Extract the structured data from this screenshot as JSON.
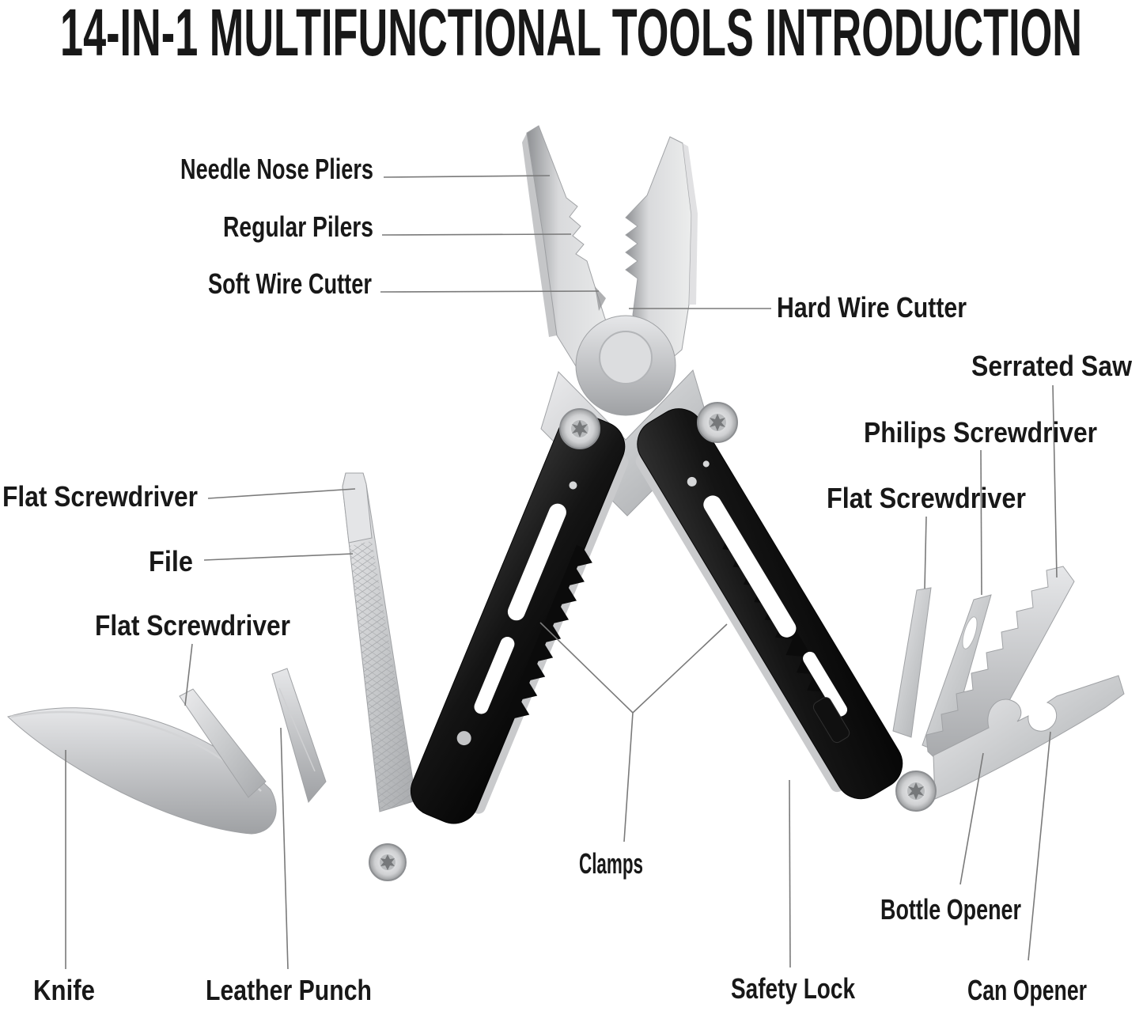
{
  "title": "14-IN-1 MULTIFUNCTIONAL TOOLS INTRODUCTION",
  "labels": {
    "needle_nose_pliers": "Needle Nose Pliers",
    "regular_pilers": "Regular Pilers",
    "soft_wire_cutter": "Soft Wire Cutter",
    "hard_wire_cutter": "Hard Wire Cutter",
    "serrated_saw": "Serrated Saw",
    "philips_screwdriver": "Philips Screwdriver",
    "flat_screwdriver_right": "Flat Screwdriver",
    "flat_screwdriver_left_top": "Flat Screwdriver",
    "file": "File",
    "flat_screwdriver_left": "Flat Screwdriver",
    "knife": "Knife",
    "leather_punch": "Leather Punch",
    "clamps": "Clamps",
    "safety_lock": "Safety Lock",
    "bottle_opener": "Bottle Opener",
    "can_opener": "Can Opener"
  },
  "colors": {
    "label_text": "#181818",
    "leader_line": "#7a7a7a",
    "handle_black": "#121212",
    "steel_light": "#ececee",
    "steel_dark": "#a2a4a7",
    "background": "#ffffff"
  }
}
